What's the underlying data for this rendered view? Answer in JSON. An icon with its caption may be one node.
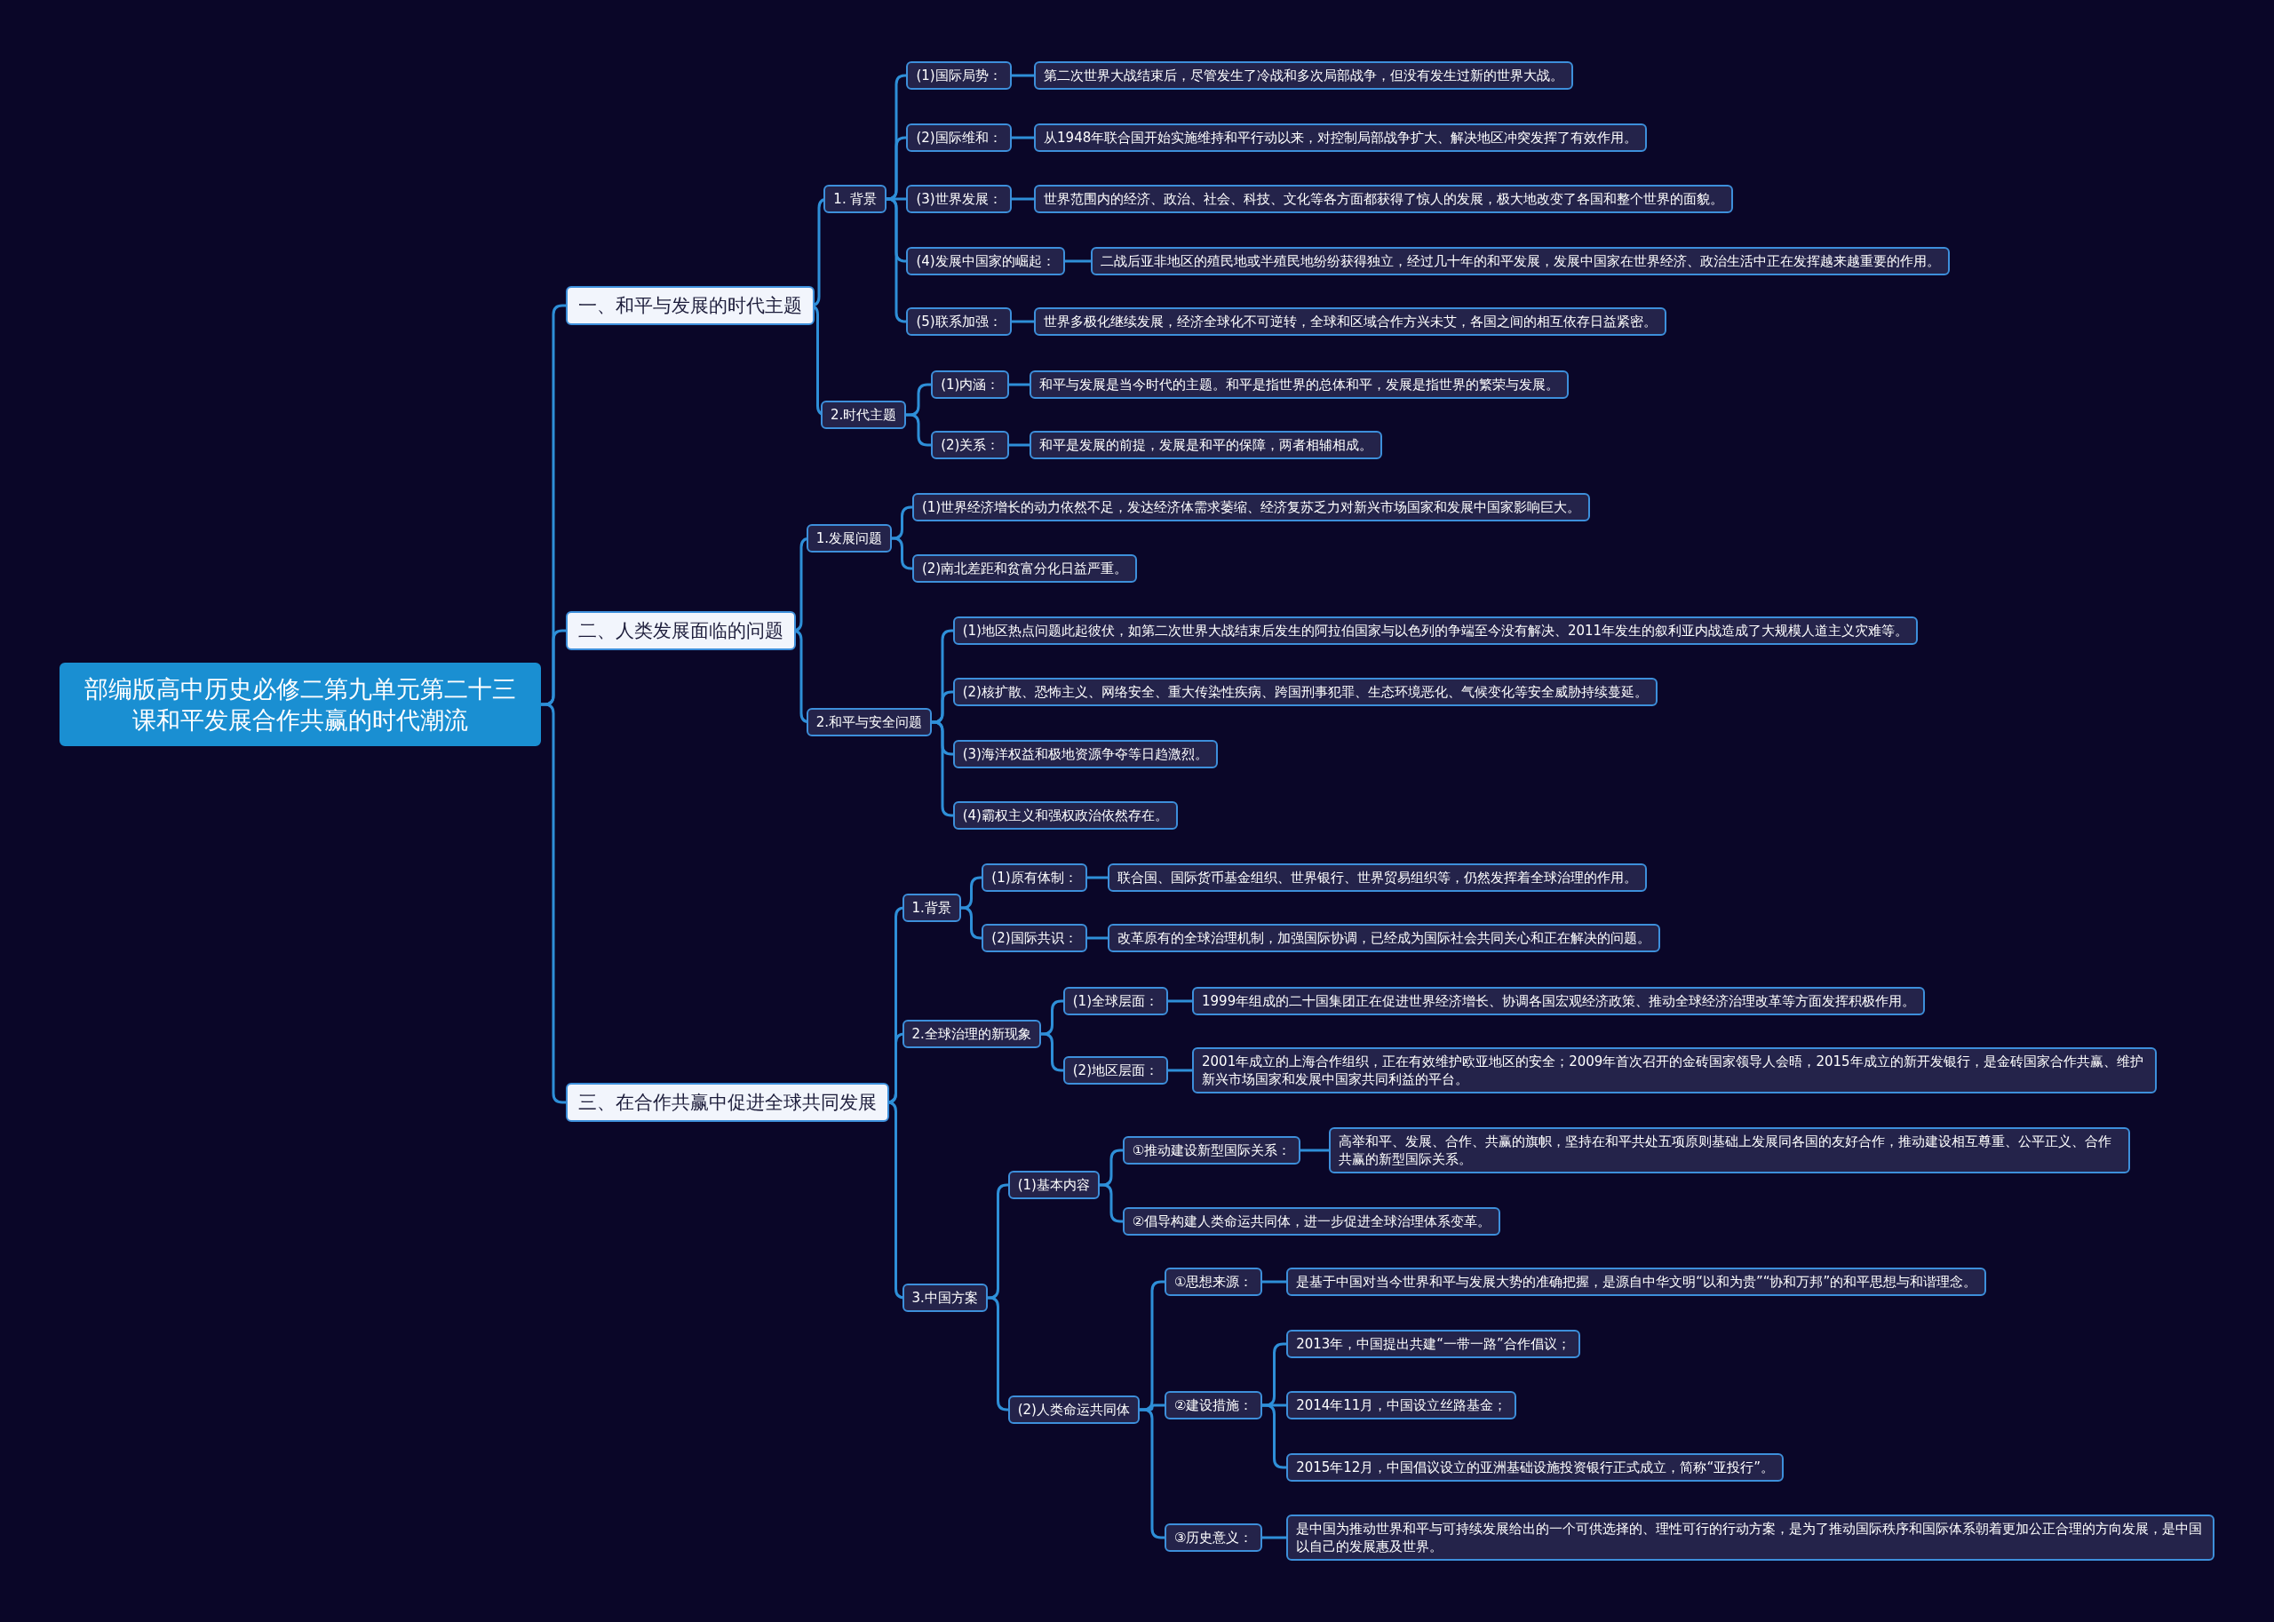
{
  "diagram": {
    "nodes": [
      {
        "text": [
          "部编版高中历史必修二第九单元第二十三课和平发展合作共赢的时代潮流"
        ]
      },
      {
        "text": [
          "一、和平与发展的时代主题"
        ]
      },
      {
        "text": [
          "1. 背景"
        ]
      },
      {
        "text": [
          "(1)国际局势："
        ]
      },
      {
        "text": [
          "第二次世界大战结束后，尽管发生了冷战和多次局部战争，但没有发生过新的世界大战。"
        ]
      },
      {
        "text": [
          "(2)国际维和："
        ]
      },
      {
        "text": [
          "从1948年联合国开始实施维持和平行动以来，对控制局部战争扩大、解决地区冲突发挥了有效作用。"
        ]
      },
      {
        "text": [
          "(3)世界发展："
        ]
      },
      {
        "text": [
          "世界范围内的经济、政治、社会、科技、文化等各方面都获得了惊人的发展，极大地改变了各国和整个世界的面貌。"
        ]
      },
      {
        "text": [
          "(4)发展中国家的崛起："
        ]
      },
      {
        "text": [
          "二战后亚非地区的殖民地或半殖民地纷纷获得独立，经过几十年的和平发展，发展中国家在世界经济、政治生活中正在发挥越来越重要的作用。"
        ]
      },
      {
        "text": [
          "(5)联系加强："
        ]
      },
      {
        "text": [
          "世界多极化继续发展，经济全球化不可逆转，全球和区域合作方兴未艾，各国之间的相互依存日益紧密。"
        ]
      },
      {
        "text": [
          "2.时代主题"
        ]
      },
      {
        "text": [
          "(1)内涵："
        ]
      },
      {
        "text": [
          "和平与发展是当今时代的主题。和平是指世界的总体和平，发展是指世界的繁荣与发展。"
        ]
      },
      {
        "text": [
          "(2)关系："
        ]
      },
      {
        "text": [
          "和平是发展的前提，发展是和平的保障，两者相辅相成。"
        ]
      },
      {
        "text": [
          "二、人类发展面临的问题"
        ]
      },
      {
        "text": [
          "1.发展问题"
        ]
      },
      {
        "text": [
          "(1)世界经济增长的动力依然不足，发达经济体需求萎缩、经济复苏乏力对新兴市场国家和发展中国家影响巨大。"
        ]
      },
      {
        "text": [
          "(2)南北差距和贫富分化日益严重。"
        ]
      },
      {
        "text": [
          "2.和平与安全问题"
        ]
      },
      {
        "text": [
          "(1)地区热点问题此起彼伏，如第二次世界大战结束后发生的阿拉伯国家与以色列的争端至今没有解决、2011年发生的叙利亚内战造成了大规模人道主义灾难等。"
        ]
      },
      {
        "text": [
          "(2)核扩散、恐怖主义、网络安全、重大传染性疾病、跨国刑事犯罪、生态环境恶化、气候变化等安全威胁持续蔓延。"
        ]
      },
      {
        "text": [
          "(3)海洋权益和极地资源争夺等日趋激烈。"
        ]
      },
      {
        "text": [
          "(4)霸权主义和强权政治依然存在。"
        ]
      },
      {
        "text": [
          "三、在合作共赢中促进全球共同发展"
        ]
      },
      {
        "text": [
          "1.背景"
        ]
      },
      {
        "text": [
          "(1)原有体制："
        ]
      },
      {
        "text": [
          "联合国、国际货币基金组织、世界银行、世界贸易组织等，仍然发挥着全球治理的作用。"
        ]
      },
      {
        "text": [
          "(2)国际共识："
        ]
      },
      {
        "text": [
          "改革原有的全球治理机制，加强国际协调，已经成为国际社会共同关心和正在解决的问题。"
        ]
      },
      {
        "text": [
          "2.全球治理的新现象"
        ]
      },
      {
        "text": [
          "(1)全球层面："
        ]
      },
      {
        "text": [
          "1999年组成的二十国集团正在促进世界经济增长、协调各国宏观经济政策、推动全球经济治理改革等方面发挥积极作用。"
        ]
      },
      {
        "text": [
          "(2)地区层面："
        ]
      },
      {
        "text": [
          "2001年成立的上海合作组织，正在有效维护欧亚地区的安全；2009年首次召开的金砖国家领导人会晤，2015年成立的新开发银行，是金砖国家合作共赢、维护新兴市场国家和发展中国家共同利益的平台。"
        ]
      },
      {
        "text": [
          "3.中国方案"
        ]
      },
      {
        "text": [
          "(1)基本内容"
        ]
      },
      {
        "text": [
          "①推动建设新型国际关系："
        ]
      },
      {
        "text": [
          "高举和平、发展、合作、共赢的旗帜，坚持在和平共处五项原则基础上发展同各国的友好合作，推动建设相互尊重、公平正义、合作共赢的新型国际关系。"
        ]
      },
      {
        "text": [
          "②倡导构建人类命运共同体，进一步促进全球治理体系变革。"
        ]
      },
      {
        "text": [
          "(2)人类命运共同体"
        ]
      },
      {
        "text": [
          "①思想来源："
        ]
      },
      {
        "text": [
          "是基于中国对当今世界和平与发展大势的准确把握，是源自中华文明“以和为贵”“协和万邦”的和平思想与和谐理念。"
        ]
      },
      {
        "text": [
          "②建设措施："
        ]
      },
      {
        "text": [
          "2013年，中国提出共建“一带一路”合作倡议；"
        ]
      },
      {
        "text": [
          "2014年11月，中国设立丝路基金；"
        ]
      },
      {
        "text": [
          "2015年12月，中国倡议设立的亚洲基础设施投资银行正式成立，简称“亚投行”。"
        ]
      },
      {
        "text": [
          "③历史意义："
        ]
      },
      {
        "text": [
          "是中国为推动世界和平与可持续发展给出的一个可供选择的、理性可行的行动方案，是为了推动国际秩序和国际体系朝着更加公正合理的方向发展，是中国以自己的发展惠及世界。"
        ]
      }
    ],
    "edges": [
      {
        "from": 0,
        "to": 1,
        "arrow": "none"
      },
      {
        "from": 1,
        "to": 2,
        "arrow": "none"
      },
      {
        "from": 2,
        "to": 3,
        "arrow": "none"
      },
      {
        "from": 3,
        "to": 4,
        "arrow": "none"
      },
      {
        "from": 2,
        "to": 5,
        "arrow": "none"
      },
      {
        "from": 5,
        "to": 6,
        "arrow": "none"
      },
      {
        "from": 2,
        "to": 7,
        "arrow": "none"
      },
      {
        "from": 7,
        "to": 8,
        "arrow": "none"
      },
      {
        "from": 2,
        "to": 9,
        "arrow": "none"
      },
      {
        "from": 9,
        "to": 10,
        "arrow": "none"
      },
      {
        "from": 2,
        "to": 11,
        "arrow": "none"
      },
      {
        "from": 11,
        "to": 12,
        "arrow": "none"
      },
      {
        "from": 1,
        "to": 13,
        "arrow": "none"
      },
      {
        "from": 13,
        "to": 14,
        "arrow": "none"
      },
      {
        "from": 14,
        "to": 15,
        "arrow": "none"
      },
      {
        "from": 13,
        "to": 16,
        "arrow": "none"
      },
      {
        "from": 16,
        "to": 17,
        "arrow": "none"
      },
      {
        "from": 0,
        "to": 18,
        "arrow": "none"
      },
      {
        "from": 18,
        "to": 19,
        "arrow": "none"
      },
      {
        "from": 19,
        "to": 20,
        "arrow": "none"
      },
      {
        "from": 19,
        "to": 21,
        "arrow": "none"
      },
      {
        "from": 18,
        "to": 22,
        "arrow": "none"
      },
      {
        "from": 22,
        "to": 23,
        "arrow": "none"
      },
      {
        "from": 22,
        "to": 24,
        "arrow": "none"
      },
      {
        "from": 22,
        "to": 25,
        "arrow": "none"
      },
      {
        "from": 22,
        "to": 26,
        "arrow": "none"
      },
      {
        "from": 0,
        "to": 27,
        "arrow": "none"
      },
      {
        "from": 27,
        "to": 28,
        "arrow": "none"
      },
      {
        "from": 28,
        "to": 29,
        "arrow": "none"
      },
      {
        "from": 29,
        "to": 30,
        "arrow": "none"
      },
      {
        "from": 28,
        "to": 31,
        "arrow": "none"
      },
      {
        "from": 31,
        "to": 32,
        "arrow": "none"
      },
      {
        "from": 27,
        "to": 33,
        "arrow": "none"
      },
      {
        "from": 33,
        "to": 34,
        "arrow": "none"
      },
      {
        "from": 34,
        "to": 35,
        "arrow": "none"
      },
      {
        "from": 33,
        "to": 36,
        "arrow": "none"
      },
      {
        "from": 36,
        "to": 37,
        "arrow": "none"
      },
      {
        "from": 27,
        "to": 38,
        "arrow": "none"
      },
      {
        "from": 38,
        "to": 39,
        "arrow": "none"
      },
      {
        "from": 39,
        "to": 40,
        "arrow": "none"
      },
      {
        "from": 40,
        "to": 41,
        "arrow": "none"
      },
      {
        "from": 39,
        "to": 42,
        "arrow": "none"
      },
      {
        "from": 38,
        "to": 43,
        "arrow": "none"
      },
      {
        "from": 43,
        "to": 44,
        "arrow": "none"
      },
      {
        "from": 44,
        "to": 45,
        "arrow": "none"
      },
      {
        "from": 43,
        "to": 46,
        "arrow": "none"
      },
      {
        "from": 46,
        "to": 47,
        "arrow": "none"
      },
      {
        "from": 46,
        "to": 48,
        "arrow": "none"
      },
      {
        "from": 46,
        "to": 49,
        "arrow": "none"
      },
      {
        "from": 43,
        "to": 50,
        "arrow": "none"
      },
      {
        "from": 50,
        "to": 51,
        "arrow": "none"
      }
    ]
  }
}
